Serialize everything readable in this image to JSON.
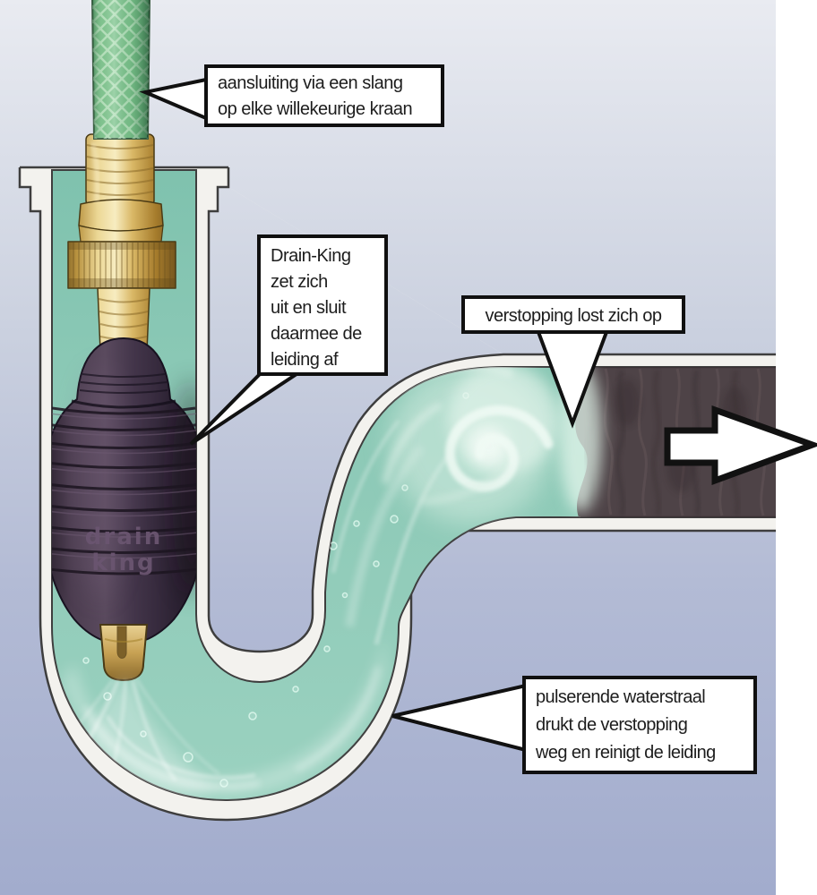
{
  "figure": {
    "kind": "cutaway-diagram",
    "subject": "Drain-King drain cleaner inside an S-trap drain pipe",
    "callouts": {
      "hose": {
        "line1": "aansluiting via een slang",
        "line2": "op elke willekeurige kraan"
      },
      "device": {
        "line1": "Drain-King",
        "line2": "zet zich",
        "line3": "uit en sluit",
        "line4": "daarmee de",
        "line5": "leiding af"
      },
      "clog": {
        "line1": "verstopping lost zich op"
      },
      "jet": {
        "line1": "pulserende waterstraal",
        "line2": "drukt de verstopping",
        "line3": "weg en reinigt de leiding"
      }
    },
    "device_label": {
      "line1": "drain",
      "line2": "king"
    },
    "arrow": {
      "name": "flow-direction-arrow",
      "direction": "right"
    },
    "colors": {
      "background_top": "#e9ebf1",
      "background_bottom": "#a2accd",
      "pipe_wall": "#f3f2ee",
      "outline": "#3e3e3e",
      "water": "#8ec9b6",
      "swirl_highlight": "#eef8f2",
      "clog": "#4e4347",
      "device_body": "#43354a",
      "hose_green": "#7cc08b",
      "brass": "#d9ba72",
      "callout_border": "#101010",
      "callout_bg": "#ffffff"
    }
  }
}
